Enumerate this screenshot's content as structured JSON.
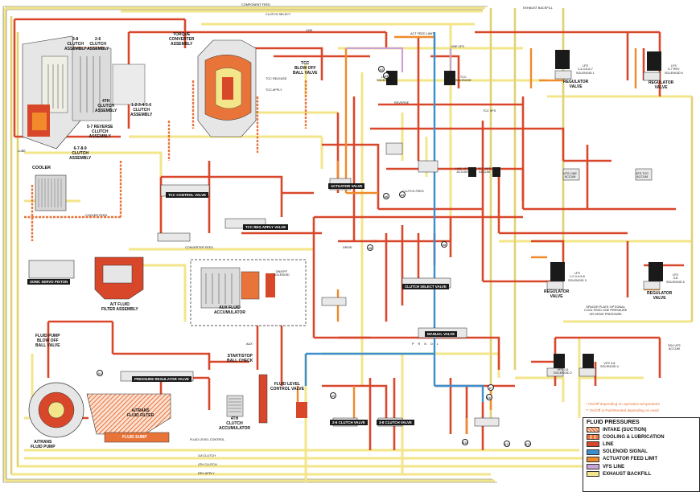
{
  "diagram": {
    "components": {
      "clutch_3_8": "3-8\nCLUTCH\nASSEMBLY",
      "clutch_2_6": "2-6\nCLUTCH\nASSEMBLY",
      "clutch_4th": "4TH\nCLUTCH\nASSEMBLY",
      "clutch_1_2_3_4_5_6": "1-2-3-4-5-6\nCLUTCH\nASSEMBLY",
      "clutch_5_7_reverse": "5-7 REVERSE\nCLUTCH\nASSEMBLY",
      "clutch_6_7_8_9": "6-7-8-9\nCLUTCH\nASSEMBLY",
      "torque_converter": "TORQUE\nCONVERTER\nASSEMBLY",
      "tcc_blow_off": "TCC\nBLOW OFF\nBALL VALVE",
      "cooler": "COOLER",
      "somc_servo": "SOMC SERVO PISTON",
      "at_fluid_filter": "A/T FLUID\nFILTER ASSEMBLY",
      "aux_fluid_accumulator": "AUX FLUID\nACCUMULATOR",
      "on_off_solenoid": "ON/OFF\nSOLENOID",
      "fluid_pump_blow_off": "FLUID PUMP\nBLOW OFF\nBALL VALVE",
      "pump": "A/TRANS\nFLUID PUMP",
      "filter": "A/TRANS\nFLUID FILTER",
      "fluid_sump": "FLUID SUMP",
      "start_stop_ball_check": "START/STOP\nBALL CHECK",
      "clutch_accum_4th": "4TH\nCLUTCH\nACCUMULATOR",
      "fluid_level_control": "FLUID LEVEL\nCONTROL VALVE",
      "regulator_valve_a": "REGULATOR\nVALVE",
      "regulator_valve_b": "REGULATOR\nVALVE",
      "regulator_valve_c": "REGULATOR\nVALVE",
      "regulator_valve_d": "REGULATOR\nVALVE",
      "lfs_solenoid_a": "LFS\n1-3-4-5-6-7\nSOLENOID 1",
      "lfs_solenoid_b": "LFS\n5-7 REV\nSOLENOID 6",
      "lfs_solenoid_c": "LFS\n1-2-3-4-5-6\nSOLENOID 3",
      "lfs_solenoid_d": "LFS\n3-8\nSOLENOID 5",
      "vfs_line_accum": "VFS LINE\nACCUM",
      "vfs_tcc_accum": "VFS TCC\nACCUM",
      "vfs_solenoid_2": "VFS 2-6\nSOLENOID 2",
      "vfs_solenoid_4": "VFS 3-8\nSOLENOID 4",
      "ss_vfs_accum": "SS4 VFS\nACCUM",
      "spacer_plate": "SPACER PLATE OPTIONAL\nCOOL FEED LINE PRESSURE\nOR DRIVE PRESSURE",
      "line_vfs_accum": "LINE VFS\nACCUM",
      "tcc_vfs_accum": "TCC VFS\nACCUM",
      "line_solenoid": "LINE\nSOLENOID",
      "tcc_solenoid": "TCC\nSOLENOID"
    },
    "valve_tags": {
      "tcc_control_valve": "TCC CONTROL VALVE",
      "tcc_reg_apply": "TCC REG APPLY VALVE",
      "clutch_select_valve": "CLUTCH SELECT VALVE",
      "manual_valve": "MANUAL VALVE",
      "pressure_regulator": "PRESSURE REGULATOR VALVE",
      "actuator_feed": "ACTUATOR VALVE",
      "shift_valve_a": "2-6 CLUTCH VALVE",
      "shift_valve_b": "3-8 CLUTCH VALVE"
    },
    "line_labels": {
      "component_feed": "COMPONENT FEED",
      "clutch_select": "CLUTCH SELECT",
      "exhaust_backfill": "EXHAUST BACKFILL",
      "line_2": "LINE",
      "tcc_release": "TCC RELEASE",
      "tcc_apply": "TCC APPLY",
      "reverse": "REVERSE",
      "cooler_feed": "COOLER FEED",
      "converter_feed": "CONVERTER FEED",
      "lube": "LUBE",
      "drive": "DRIVE",
      "aux": "AUX",
      "fluid_level_control_line": "FLUID LEVEL CONTROL",
      "clutch_3_8": "3-8 CLUTCH",
      "clutch_4th": "4TH CLUTCH",
      "rev_apply": "REV APPLY",
      "line_vfs": "LINE VFS",
      "act_feed_limit": "ACT FEED LIMIT",
      "clutch_feed": "CLUTCH FEED",
      "tcc_vfs": "TCC VFS"
    },
    "manual_positions": "P R N D L",
    "ball_checks": [
      "#1",
      "#2",
      "#3",
      "#4",
      "#5",
      "#6",
      "#7",
      "#8",
      "#9",
      "#10",
      "#11",
      "#12",
      "#13"
    ],
    "notes": {
      "note_1": "* On/Off depending on operation temperature",
      "note_2": "** On/Off in Park/Neutral depending on need"
    }
  },
  "legend": {
    "title": "FLUID PRESSURES",
    "items": [
      {
        "label": "INTAKE (SUCTION)",
        "color": "#e8743a",
        "pattern": "hatch"
      },
      {
        "label": "COOLING & LUBRICATION",
        "color": "#e8743a",
        "pattern": "dashed"
      },
      {
        "label": "LINE",
        "color": "#d9472b",
        "pattern": "solid"
      },
      {
        "label": "SOLENOID SIGNAL",
        "color": "#3a8fcf",
        "pattern": "solid"
      },
      {
        "label": "ACTUATOR FEED LIMIT",
        "color": "#f08a2a",
        "pattern": "solid"
      },
      {
        "label": "VFS LINE",
        "color": "#c9a4d6",
        "pattern": "solid"
      },
      {
        "label": "EXHAUST BACKFILL",
        "color": "#f3e58a",
        "pattern": "solid"
      }
    ]
  },
  "colors": {
    "line": "#d9472b",
    "actuator": "#f08a2a",
    "solenoid": "#3a8fcf",
    "vfs": "#c9a4d6",
    "exhaust": "#f3e58a",
    "intake": "#e8743a"
  }
}
